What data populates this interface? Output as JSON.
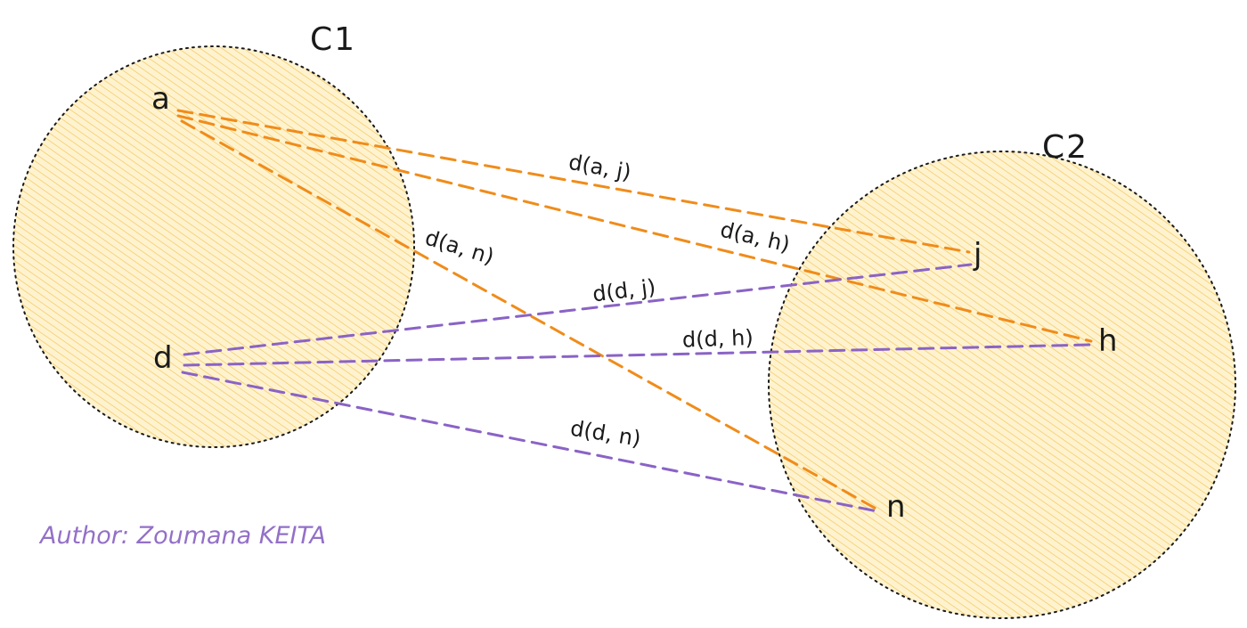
{
  "colors": {
    "cluster_fill": "#fff3cf",
    "cluster_hatch": "#f4cc6a",
    "cluster_border": "#1a1a1a",
    "edge_from_a": "#f08c1a",
    "edge_from_d": "#8a63c6",
    "text": "#1a1a1a",
    "author": "#9370c8"
  },
  "clusters": [
    {
      "id": "c1",
      "label": "C1"
    },
    {
      "id": "c2",
      "label": "C2"
    }
  ],
  "points": [
    {
      "id": "a",
      "label": "a",
      "cluster": "C1"
    },
    {
      "id": "d",
      "label": "d",
      "cluster": "C1"
    },
    {
      "id": "j",
      "label": "j",
      "cluster": "C2"
    },
    {
      "id": "h",
      "label": "h",
      "cluster": "C2"
    },
    {
      "id": "n",
      "label": "n",
      "cluster": "C2"
    }
  ],
  "edges": [
    {
      "id": "a-j",
      "from": "a",
      "to": "j",
      "label": "d(a, j)"
    },
    {
      "id": "a-h",
      "from": "a",
      "to": "h",
      "label": "d(a, h)"
    },
    {
      "id": "a-n",
      "from": "a",
      "to": "n",
      "label": "d(a, n)"
    },
    {
      "id": "d-j",
      "from": "d",
      "to": "j",
      "label": "d(d, j)"
    },
    {
      "id": "d-h",
      "from": "d",
      "to": "h",
      "label": "d(d, h)"
    },
    {
      "id": "d-n",
      "from": "d",
      "to": "n",
      "label": "d(d, n)"
    }
  ],
  "author": "Author: Zoumana KEITA"
}
